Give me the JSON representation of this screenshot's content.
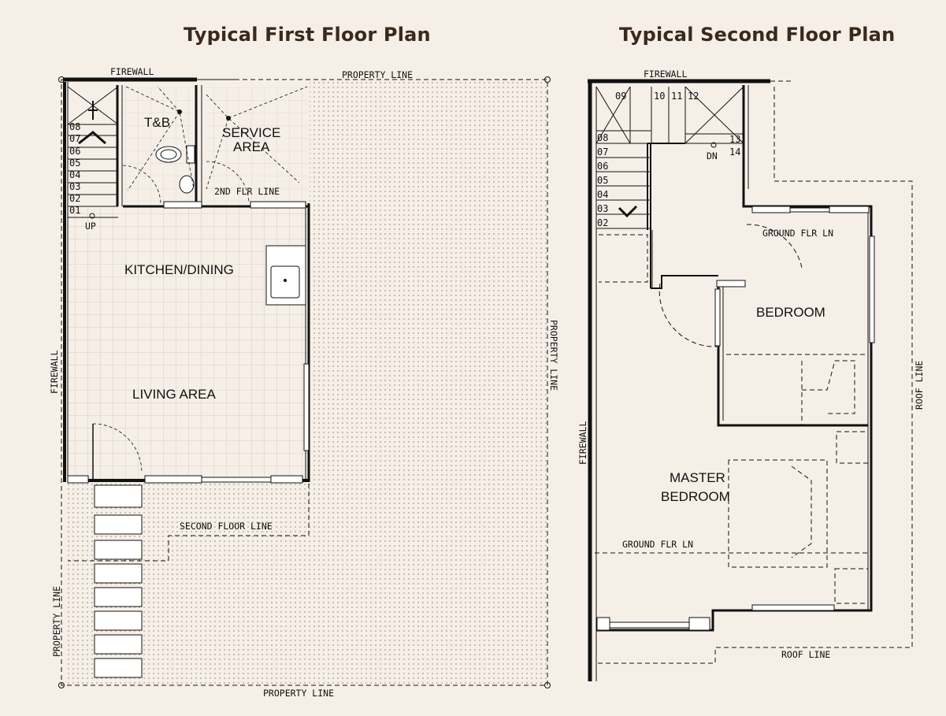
{
  "titles": {
    "first": "Typical First Floor Plan",
    "second": "Typical Second Floor Plan"
  },
  "first_floor": {
    "rooms": {
      "tb": "T&B",
      "service_1": "SERVICE",
      "service_2": "AREA",
      "kitchen": "KITCHEN/DINING",
      "living": "LIVING AREA"
    },
    "labels": {
      "firewall_top": "FIREWALL",
      "firewall_side": "FIREWALL",
      "property_top": "PROPERTY LINE",
      "property_right": "PROPERTY LINE",
      "property_left": "PROPERTY LINE",
      "property_bottom": "PROPERTY LINE",
      "second_flr_short": "2ND FLR LINE",
      "second_floor": "SECOND FLOOR LINE",
      "up": "UP"
    },
    "steps": [
      "08",
      "07",
      "06",
      "05",
      "04",
      "03",
      "02",
      "01"
    ]
  },
  "second_floor": {
    "rooms": {
      "bedroom": "BEDROOM",
      "master_1": "MASTER",
      "master_2": "BEDROOM"
    },
    "labels": {
      "firewall_top": "FIREWALL",
      "firewall_side": "FIREWALL",
      "ground_top": "GROUND FLR LN",
      "ground_bottom": "GROUND FLR LN",
      "roof_right": "ROOF LINE",
      "roof_bottom": "ROOF LINE",
      "dn": "DN"
    },
    "steps_left": [
      "08",
      "07",
      "06",
      "05",
      "04",
      "03",
      "02"
    ],
    "steps_top": [
      "09",
      "10",
      "11",
      "12"
    ],
    "steps_right": [
      "13",
      "14"
    ]
  },
  "colors": {
    "background": "#f6efe8",
    "title": "#3a2a1c",
    "line": "#111111",
    "dots": "#a89a8c"
  }
}
